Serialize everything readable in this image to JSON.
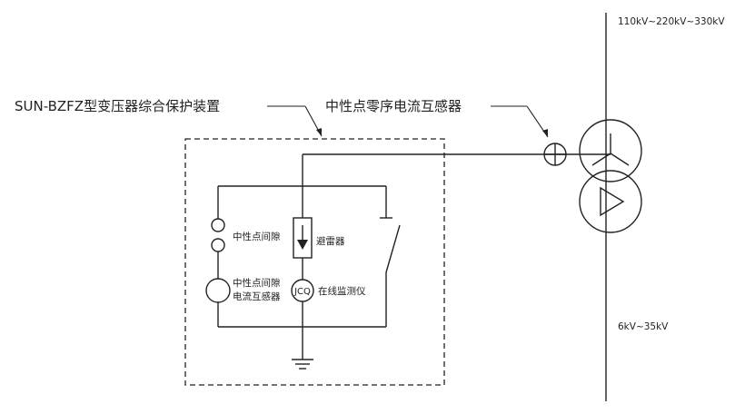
{
  "labels": {
    "device_title": "SUN-BZFZ型变压器综合保护装置",
    "ct_title": "中性点零序电流互感器",
    "hv_voltage": "110kV~220kV~330kV",
    "lv_voltage": "6kV~35kV",
    "gap": "中性点间隙",
    "gap_ct_line1": "中性点间隙",
    "gap_ct_line2": "电流互感器",
    "arrester": "避雷器",
    "monitor_code": "JCQ",
    "monitor": "在线监测仪"
  }
}
